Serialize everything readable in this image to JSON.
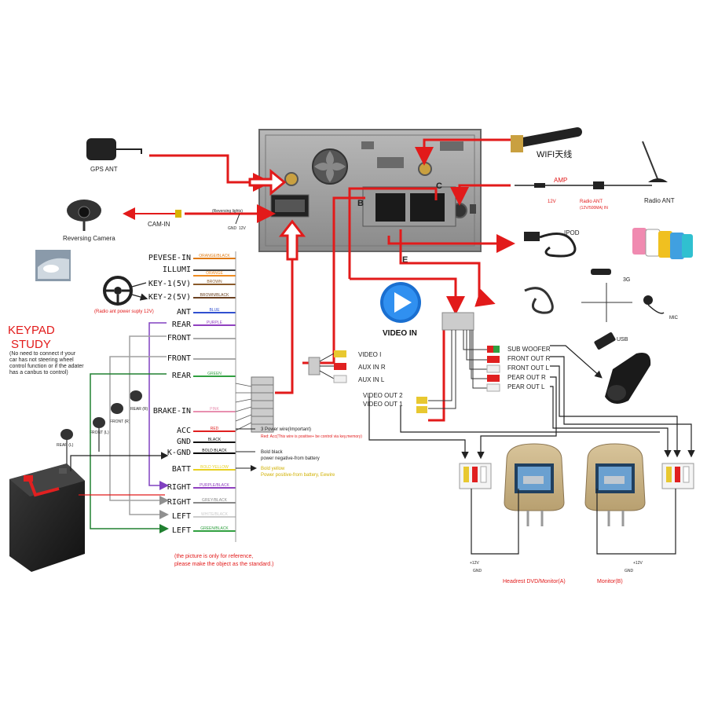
{
  "components": {
    "gps_ant": "GPS ANT",
    "reversing_camera": "Reversing Camera",
    "cam_in": "CAM-IN",
    "reversing_lights": "(Reversing lights)",
    "gnd": "GND",
    "v12": "12V",
    "wifi": "WIFI天线",
    "amp": "AMP",
    "radio_ant": "Radio ANT",
    "radio_ant_power": "Radio ANT",
    "radio_ant_power_sub": "(12V/500MA) IN",
    "ipod": "IPOD",
    "three_g": "3G",
    "mic": "MIC",
    "usb": "USB",
    "video_in": "VIDEO IN",
    "radio_ant_power_supply": "(Radio ant power suply 12V)",
    "rear_l": "REAR (L)",
    "front_l": "FRONT (L)",
    "front_r": "FRONT (R)",
    "rear_r": "REAR (R)"
  },
  "keypad": {
    "title_line1": "KEYPAD",
    "title_line2": "STUDY",
    "note": "(No need to connect if your car has not steering wheel control function or if the adater has a canbus to control)"
  },
  "harness": [
    {
      "label": "PEVESE-IN",
      "wire": "ORANGE/BLACK",
      "wire_color": "#e07a10"
    },
    {
      "label": "ILLUMI",
      "wire": "",
      "wire_color": "#444444"
    },
    {
      "label": "",
      "wire": "ORANGE",
      "wire_color": "#f08c20"
    },
    {
      "label": "KEY-1(5V)",
      "wire": "BROWN",
      "wire_color": "#8a5a2a"
    },
    {
      "label": "KEY-2(5V)",
      "wire": "BROWN/BLACK",
      "wire_color": "#6a4020"
    },
    {
      "label": "ANT",
      "wire": "BLUE",
      "wire_color": "#3050d0"
    },
    {
      "label": "REAR",
      "wire": "PURPLE",
      "wire_color": "#9040c0"
    },
    {
      "label": "FRONT",
      "wire": "",
      "wire_color": "#aaaaaa"
    },
    {
      "label": "FRONT",
      "wire": "",
      "wire_color": "#aaaaaa"
    },
    {
      "label": "REAR",
      "wire": "GREEN",
      "wire_color": "#30a040"
    },
    {
      "label": "BRAKE-IN",
      "wire": "PINK",
      "wire_color": "#e890b0"
    },
    {
      "label": "ACC",
      "wire": "RED",
      "wire_color": "#e02020"
    },
    {
      "label": "GND",
      "wire": "BLACK",
      "wire_color": "#111111"
    },
    {
      "label": "K-GND",
      "wire": "BOLD BLACK",
      "wire_color": "#000000"
    },
    {
      "label": "BATT",
      "wire": "BOLD YELLOW",
      "wire_color": "#e8d020"
    },
    {
      "label": "RIGHT",
      "wire": "PURPLE/BLACK",
      "wire_color": "#9040c0"
    },
    {
      "label": "RIGHT",
      "wire": "GREY/BLACK",
      "wire_color": "#888888"
    },
    {
      "label": "LEFT",
      "wire": "WHITE/BLACK",
      "wire_color": "#cccccc"
    },
    {
      "label": "LEFT",
      "wire": "GREEN/BLACK",
      "wire_color": "#30a040"
    }
  ],
  "power_notes": {
    "title": "3 Power wire(Important)",
    "acc_note": "Red: Acc(This wire is positive+ be control via key,memory)",
    "gnd_note1": "Bold black",
    "gnd_note2": "power negative-from battery",
    "batt_note1": "Bold yellow",
    "batt_note2": "Power positive-from battery, Eewire"
  },
  "reference_note": {
    "line1": "(the picture is only for reference,",
    "line2": "please make the object as the standard.)"
  },
  "av_inputs": {
    "video": "VIDEO I",
    "aux_r": "AUX IN R",
    "aux_l": "AUX IN L"
  },
  "video_out": {
    "out2": "VIDEO OUT 2",
    "out1": "VIDEO OUT 1"
  },
  "audio_out": [
    "SUB WOOFER",
    "FRONT OUT R",
    "FRONT OUT L",
    "PEAR OUT R",
    "PEAR OUT L"
  ],
  "unit_letters": {
    "b": "B",
    "c": "C",
    "e": "E"
  },
  "monitors": {
    "a_label": "Headrest DVD/Monitor(A)",
    "b_label": "Monitor(B)",
    "plus12": "+12V",
    "gnd": "GND"
  },
  "colors": {
    "red": "#e21a1a",
    "purple": "#8040c0",
    "grey": "#a0a0a0",
    "green": "#208030",
    "note_red": "#d02020"
  }
}
